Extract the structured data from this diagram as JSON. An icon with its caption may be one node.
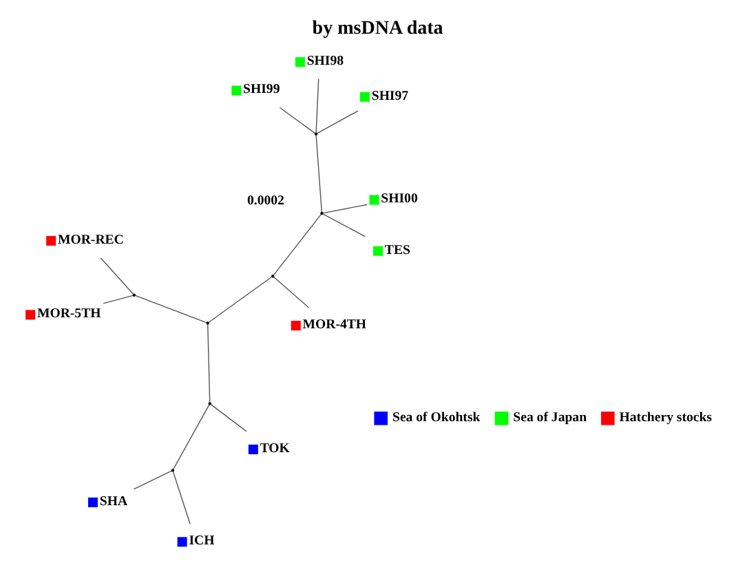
{
  "diagram": {
    "title": "by msDNA data",
    "nodes": [
      {
        "text": [
          "MOR-5TH"
        ]
      },
      {
        "text": [
          "SHI97"
        ]
      },
      {
        "text": [
          "SHI99"
        ]
      },
      {
        "text": [
          "SHI98"
        ]
      },
      {
        "text": [
          "MOR-REC"
        ]
      },
      {
        "text": [
          "SHI00"
        ]
      },
      {
        "text": [
          "SHA"
        ]
      },
      {
        "text": [
          "TES"
        ]
      },
      {
        "text": [
          "MOR-4TH"
        ]
      },
      {
        "text": [
          "TOK"
        ]
      },
      {
        "text": [
          "ICH"
        ]
      },
      {
        "text": [],
        "shape": "point"
      },
      {
        "text": [],
        "shape": "point"
      },
      {
        "text": [],
        "shape": "point"
      },
      {
        "text": [],
        "shape": "point"
      },
      {
        "text": [],
        "shape": "point"
      },
      {
        "text": [],
        "shape": "point"
      },
      {
        "text": [],
        "shape": "point"
      }
    ],
    "edges": [
      {
        "from": 11,
        "to": 3,
        "arrow": "none"
      },
      {
        "from": 11,
        "to": 1,
        "arrow": "none"
      },
      {
        "from": 11,
        "to": 2,
        "arrow": "none"
      },
      {
        "from": 12,
        "to": 11,
        "arrow": "none"
      },
      {
        "from": 12,
        "to": 5,
        "arrow": "none"
      },
      {
        "from": 12,
        "to": 7,
        "arrow": "none"
      },
      {
        "from": 13,
        "to": 12,
        "arrow": "none"
      },
      {
        "from": 13,
        "to": 8,
        "arrow": "none"
      },
      {
        "from": 14,
        "to": 13,
        "arrow": "none"
      },
      {
        "from": 14,
        "to": 15,
        "arrow": "none"
      },
      {
        "from": 15,
        "to": 0,
        "arrow": "none"
      },
      {
        "from": 15,
        "to": 4,
        "arrow": "none"
      },
      {
        "from": 14,
        "to": 16,
        "arrow": "none"
      },
      {
        "from": 16,
        "to": 9,
        "arrow": "none"
      },
      {
        "from": 16,
        "to": 17,
        "arrow": "none"
      },
      {
        "from": 17,
        "to": 6,
        "arrow": "none"
      },
      {
        "from": 17,
        "to": 10,
        "arrow": "none"
      }
    ],
    "labels": [
      "0.0002"
    ],
    "legend": [
      {
        "text": "Sea of Okohtsk",
        "color": "#0000ff"
      },
      {
        "text": "Sea of Japan",
        "color": "#00ff00"
      },
      {
        "text": "Hatchery stocks",
        "color": "#ff0000"
      }
    ]
  }
}
